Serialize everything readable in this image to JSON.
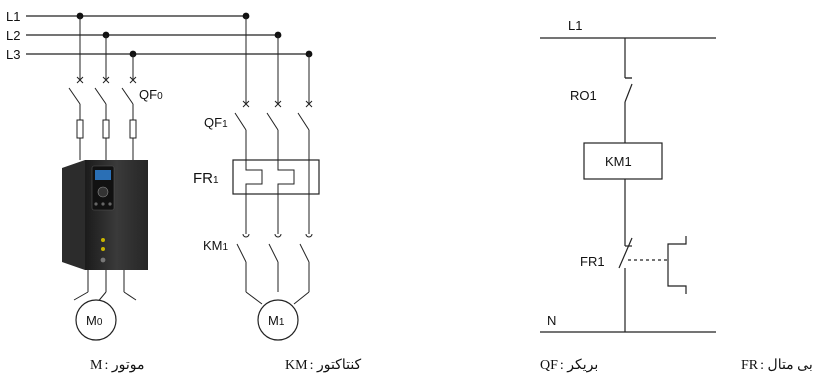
{
  "bus_labels": {
    "l1": "L1",
    "l2": "L2",
    "l3": "L3"
  },
  "drive_circuit": {
    "breaker": {
      "name": "QF",
      "index": "0"
    },
    "motor": {
      "name": "M",
      "index": "0"
    }
  },
  "dol_circuit": {
    "breaker": {
      "name": "QF",
      "index": "1"
    },
    "overload": {
      "name": "FR",
      "index": "1"
    },
    "contactor": {
      "name": "KM",
      "index": "1"
    },
    "motor": {
      "name": "M",
      "index": "1"
    }
  },
  "control_circuit": {
    "supply": "L1",
    "neutral": "N",
    "relay_contact": "RO1",
    "coil": "KM1",
    "overload_contact": "FR1"
  },
  "legend": [
    {
      "code": "FR",
      "text": ": بی متال"
    },
    {
      "code": "QF",
      "text": ": بریکر"
    },
    {
      "code": "KM",
      "text": ": کنتاکتور"
    },
    {
      "code": "M",
      "text": ": موتور"
    }
  ]
}
